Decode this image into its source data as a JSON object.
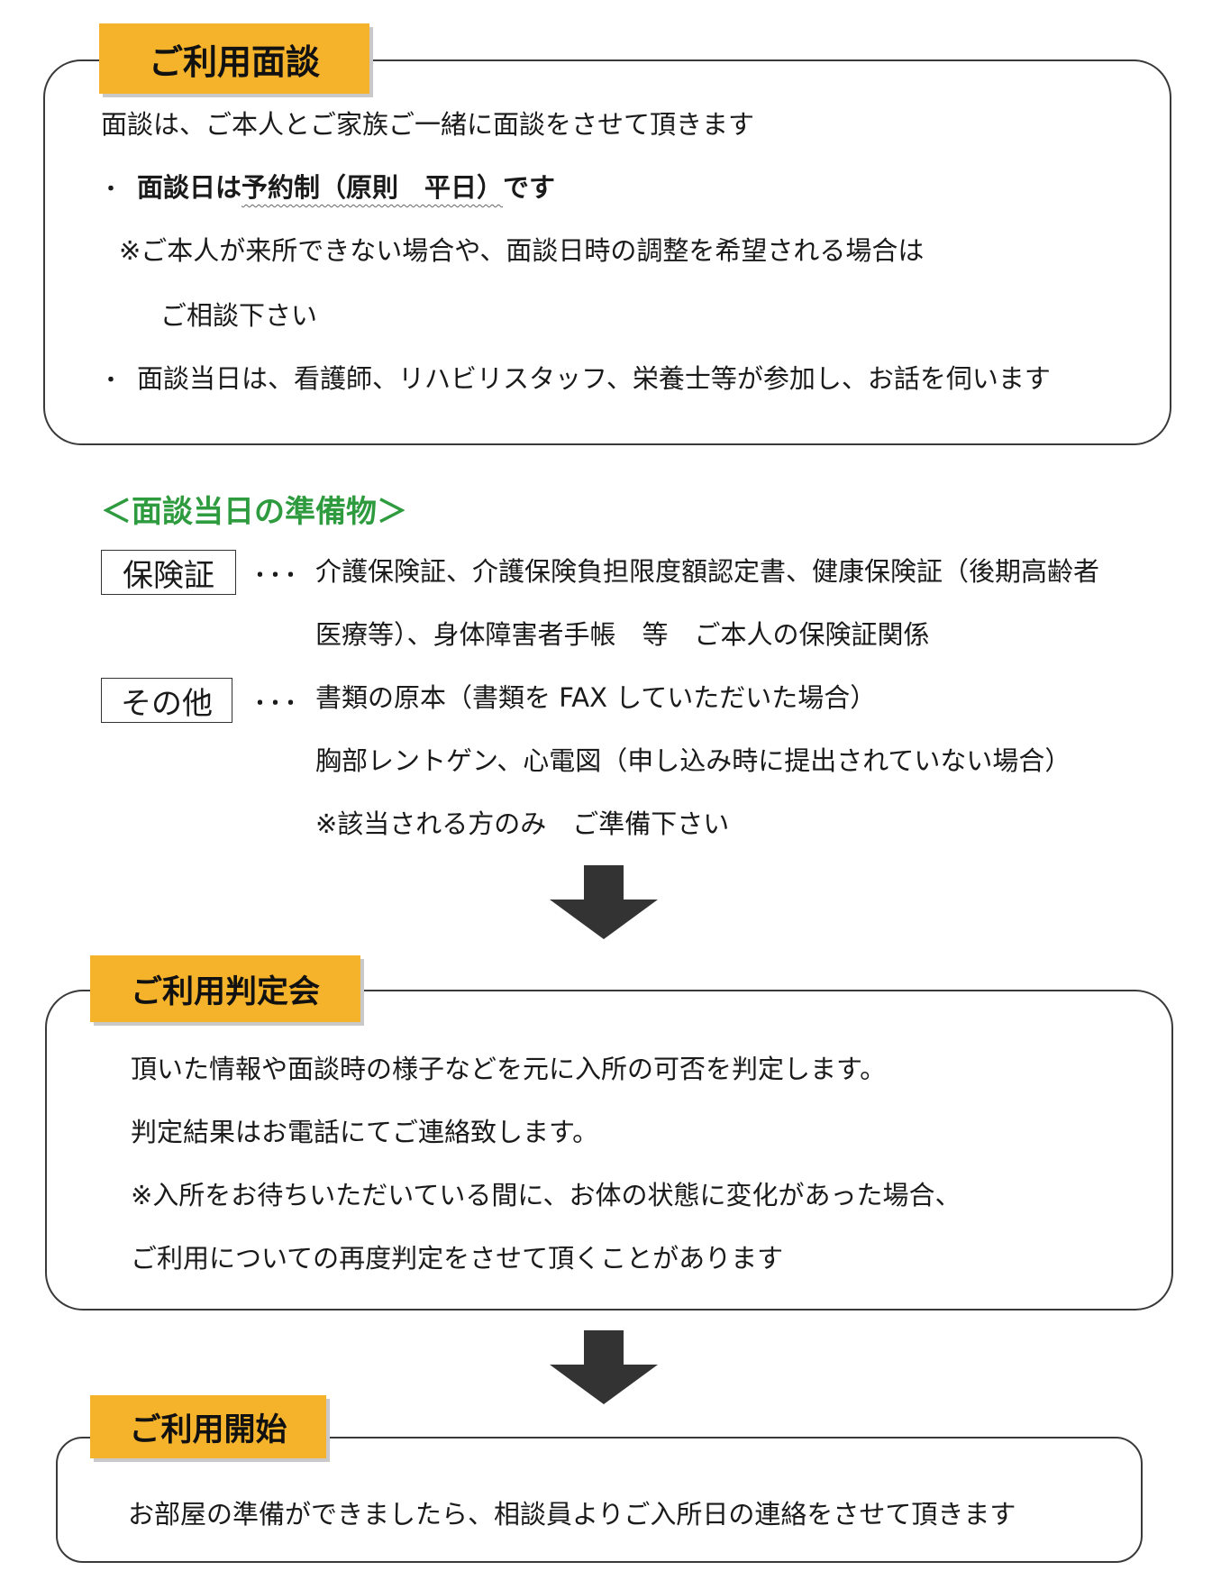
{
  "section1": {
    "tab_label": "ご利用面談",
    "line1": "面談は、ご本人とご家族ご一緒に面談をさせて頂きます",
    "bullet1_part1": "面談日は",
    "bullet1_part2": "予約制（原則　平日）",
    "bullet1_part3": "です",
    "note1": "※ご本人が来所できない場合や、面談日時の調整を希望される場合は",
    "note1_cont": "ご相談下さい",
    "bullet2": "面談当日は、看護師、リハビリスタッフ、栄養士等が参加し、お話を伺います"
  },
  "prep": {
    "title": "＜面談当日の準備物＞",
    "insurance_label": "保険証",
    "insurance_line1": "介護保険証、介護保険負担限度額認定書、健康保険証（後期高齢者",
    "insurance_line2": "医療等）、身体障害者手帳　等　ご本人の保険証関係",
    "other_label": "その他",
    "other_line1": "書類の原本（書類を FAX していただいた場合）",
    "other_line2": "胸部レントゲン、心電図（申し込み時に提出されていない場合）",
    "other_line3": "※該当される方のみ　ご準備下さい",
    "dots": "･･･"
  },
  "section2": {
    "tab_label": "ご利用判定会",
    "line1": "頂いた情報や面談時の様子などを元に入所の可否を判定します。",
    "line2": "判定結果はお電話にてご連絡致します。",
    "line3": "※入所をお待ちいただいている間に、お体の状態に変化があった場合、",
    "line4": "ご利用についての再度判定をさせて頂くことがあります"
  },
  "section3": {
    "tab_label": "ご利用開始",
    "line1": "お部屋の準備ができましたら、相談員よりご入所日の連絡をさせて頂きます"
  },
  "colors": {
    "tab": "#f4b32b",
    "prep_title": "#2e9b3f",
    "arrow": "#333333"
  },
  "icons": {
    "flow_arrow": "down-arrow-icon",
    "bullet": "bullet-icon"
  }
}
